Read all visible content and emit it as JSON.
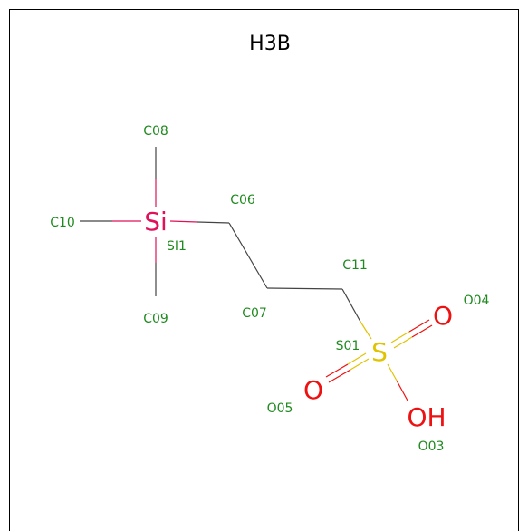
{
  "title": "H3B",
  "atom_labels": {
    "c08": "C08",
    "c10": "C10",
    "si1": "SI1",
    "c09": "C09",
    "c06": "C06",
    "c07": "C07",
    "c11": "C11",
    "s01": "S01",
    "o04": "O04",
    "o05": "O05",
    "o03": "O03"
  },
  "element_symbols": {
    "si": "Si",
    "s": "S",
    "o_double_1": "O",
    "o_double_2": "O",
    "oh": "OH"
  },
  "colors": {
    "carbon_bond": "#444444",
    "silicon": "#e0105a",
    "sulfur": "#e0c400",
    "oxygen": "#ee1111",
    "atom_name": "#1f8a1f"
  }
}
